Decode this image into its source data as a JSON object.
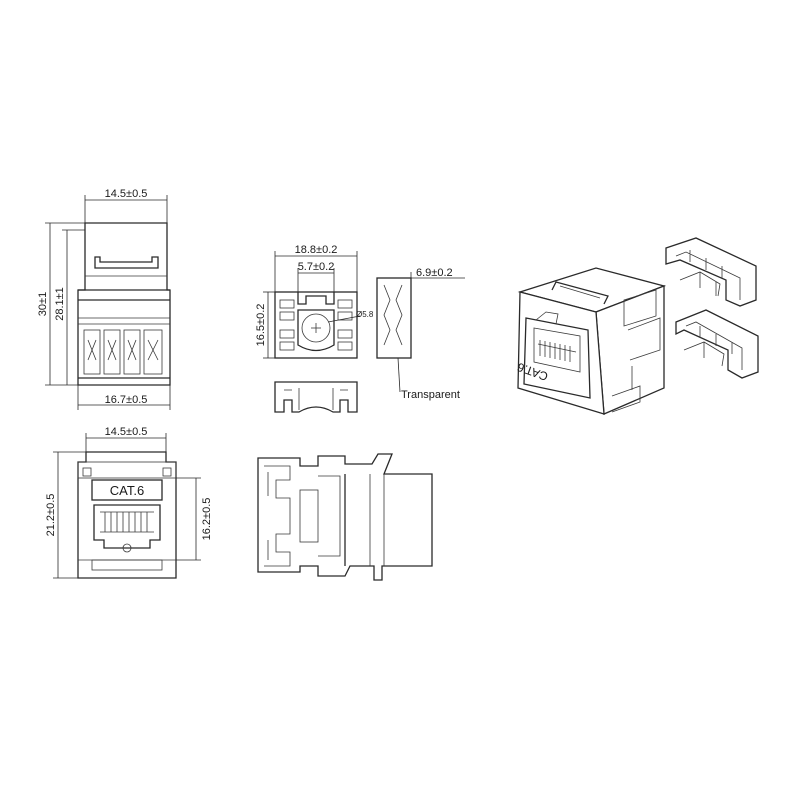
{
  "dimensions": {
    "top_width": "14.5±0.5",
    "top_height_overall": "30±1",
    "top_height_body": "28.1±1",
    "top_bottom_width": "16.7±0.5",
    "rear_width": "18.8±0.2",
    "rear_slot": "5.7±0.2",
    "rear_height": "16.5±0.2",
    "rear_hole": "Ø5.8",
    "cap_width": "6.9±0.2",
    "front_width": "14.5±0.5",
    "front_height": "21.2±0.5",
    "front_inner_height": "16.2±0.5"
  },
  "labels": {
    "front_marking": "CAT.6",
    "iso_marking": "CAT.6",
    "cap_material": "Transparent"
  }
}
